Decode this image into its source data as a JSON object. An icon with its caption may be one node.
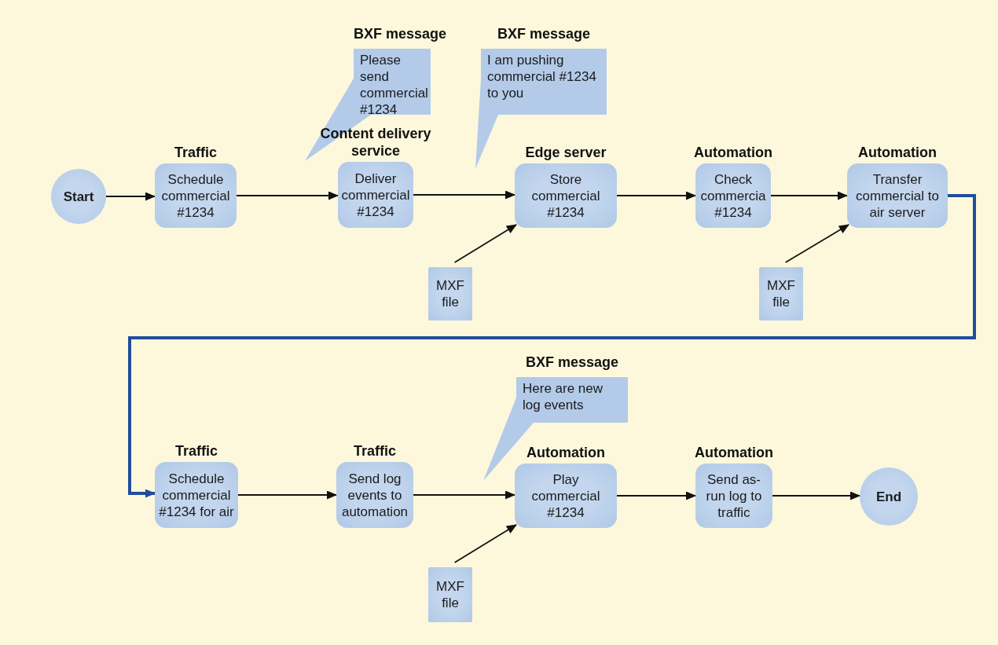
{
  "diagram": {
    "nodes": [
      {
        "text": [
          "Start"
        ]
      },
      {
        "text": [
          "Traffic",
          "Schedule commercial #1234"
        ]
      },
      {
        "text": [
          "BXF message",
          "Please send commercial #1234"
        ]
      },
      {
        "text": [
          "Content delivery service",
          "Deliver commercial #1234"
        ]
      },
      {
        "text": [
          "BXF message",
          "I am pushing commercial #1234 to you"
        ]
      },
      {
        "text": [
          "Edge server",
          "Store commercial #1234"
        ]
      },
      {
        "text": [
          "MXF file"
        ]
      },
      {
        "text": [
          "Automation",
          "Check commercia #1234"
        ]
      },
      {
        "text": [
          "Automation",
          "Transfer commercial to air server"
        ]
      },
      {
        "text": [
          "MXF file"
        ]
      },
      {
        "text": [
          "Traffic",
          "Schedule commercial #1234 for air"
        ]
      },
      {
        "text": [
          "Traffic",
          "Send log events to automation"
        ]
      },
      {
        "text": [
          "BXF message",
          "Here are new log events"
        ]
      },
      {
        "text": [
          "Automation",
          "Play commercial #1234"
        ]
      },
      {
        "text": [
          "MXF file"
        ]
      },
      {
        "text": [
          "Automation",
          "Send as-run log to traffic"
        ]
      },
      {
        "text": [
          "End"
        ]
      }
    ],
    "edges": [
      {
        "from": 0,
        "to": 1,
        "arrow": "to"
      },
      {
        "from": 1,
        "to": 3,
        "arrow": "to"
      },
      {
        "from": 3,
        "to": 5,
        "arrow": "to"
      },
      {
        "from": 6,
        "to": 5,
        "arrow": "to"
      },
      {
        "from": 5,
        "to": 7,
        "arrow": "to"
      },
      {
        "from": 7,
        "to": 8,
        "arrow": "to"
      },
      {
        "from": 9,
        "to": 8,
        "arrow": "to"
      },
      {
        "from": 8,
        "to": 10,
        "arrow": "to",
        "style": "thick",
        "color": "#1f4e9c"
      },
      {
        "from": 10,
        "to": 11,
        "arrow": "to"
      },
      {
        "from": 11,
        "to": 13,
        "arrow": "to"
      },
      {
        "from": 14,
        "to": 13,
        "arrow": "to"
      },
      {
        "from": 13,
        "to": 15,
        "arrow": "to"
      },
      {
        "from": 15,
        "to": 16,
        "arrow": "to"
      }
    ]
  }
}
